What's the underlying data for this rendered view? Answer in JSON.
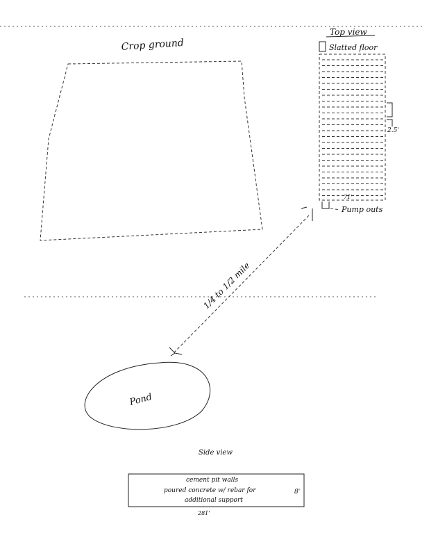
{
  "crop_ground": {
    "label": "Crop ground"
  },
  "top_view": {
    "title": "Top view",
    "floor_label": "Slatted floor",
    "slat_width": "2.5'",
    "bottom_dim": "71'",
    "pump_label": "Pump outs"
  },
  "distance": {
    "label": "1/4 to 1/2 mile"
  },
  "pond": {
    "label": "Pond"
  },
  "side_view": {
    "title": "Side view",
    "lines": [
      "cement pit walls",
      "poured concrete w/ rebar for",
      "additional support"
    ],
    "height_dim": "8'",
    "width_dim": "281'"
  }
}
